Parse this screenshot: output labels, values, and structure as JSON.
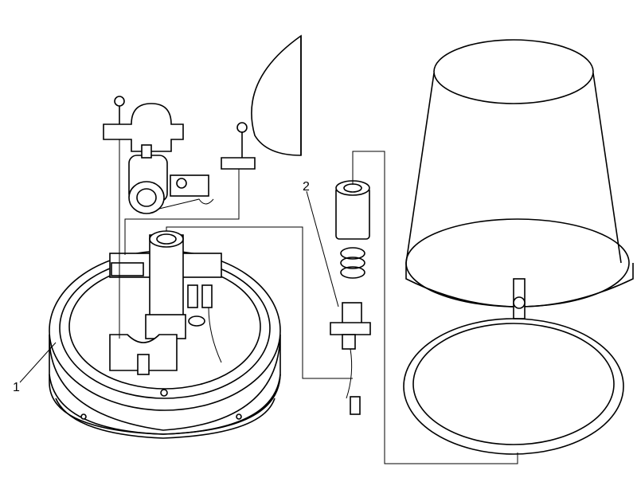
{
  "diagram": {
    "type": "exploded-assembly-drawing",
    "callouts": [
      {
        "label": "1",
        "part": "base-housing"
      },
      {
        "label": "2",
        "part": "lamp-socket"
      }
    ]
  }
}
